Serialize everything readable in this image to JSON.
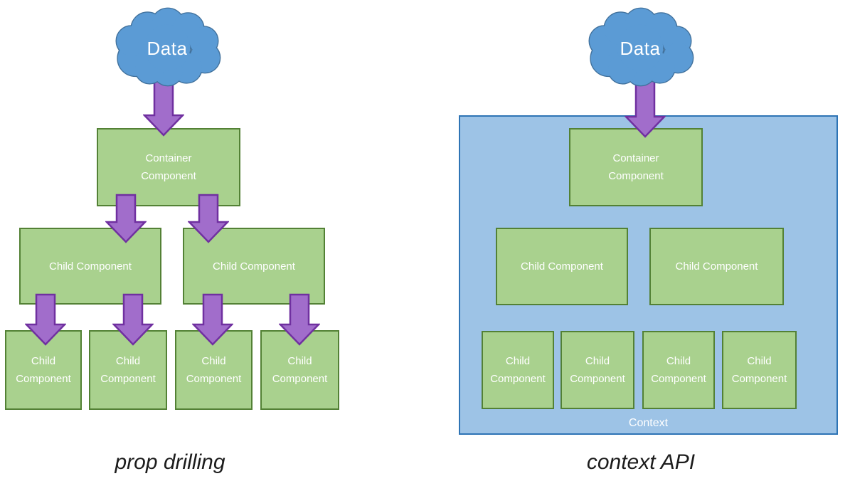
{
  "colors": {
    "cloud_fill": "#5b9bd5",
    "cloud_border": "#41719c",
    "box_fill": "#a9d18e",
    "box_border": "#538135",
    "arrow_fill": "#a16dcb",
    "arrow_border": "#7030a0",
    "context_fill": "#9dc3e6",
    "context_border": "#2e74b5",
    "caption_color": "#1c1c1c"
  },
  "left_diagram": {
    "cloud_label": "Data",
    "container_label": "Container Component",
    "level2": [
      "Child Component",
      "Child Component"
    ],
    "level3": [
      "Child Component",
      "Child Component",
      "Child Component",
      "Child Component"
    ],
    "caption": "prop drilling"
  },
  "right_diagram": {
    "cloud_label": "Data",
    "container_label": "Container Component",
    "level2": [
      "Child Component",
      "Child Component"
    ],
    "level3": [
      "Child Component",
      "Child Component",
      "Child Component",
      "Child Component"
    ],
    "context_label": "Context",
    "caption": "context API"
  }
}
